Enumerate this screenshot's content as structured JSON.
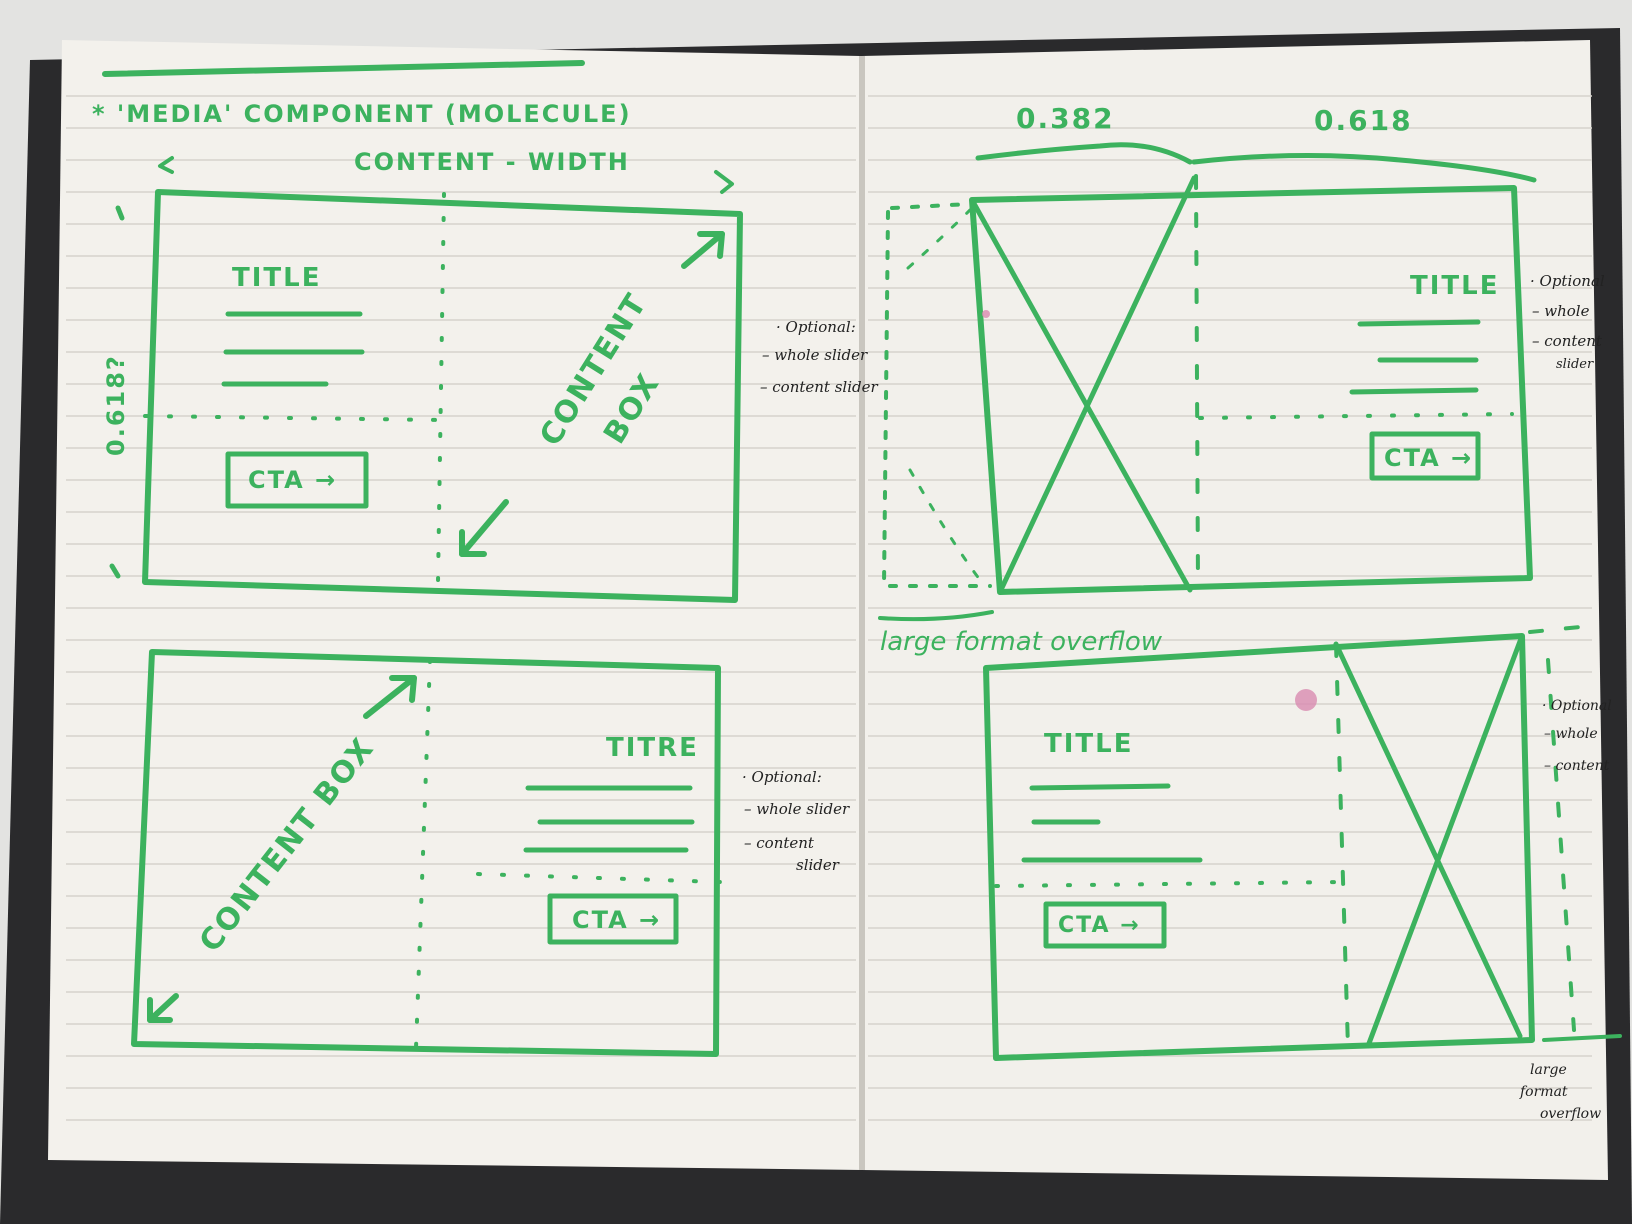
{
  "colors": {
    "marker_green": "#3cb25e",
    "paper": "#f3f1ec",
    "cover": "#2a2a2c",
    "ink": "#222222",
    "pink_blot": "#d88bb0"
  },
  "header": {
    "title": "* 'MEDIA' COMPONENT (MOLECULE)",
    "content_width": "CONTENT - WIDTH",
    "ratio_left": "0.382",
    "ratio_right": "0.618",
    "vertical_ratio": "0.618?"
  },
  "sketches": {
    "title_label": "TITLE",
    "title_label_alt": "TITRE",
    "cta_label": "CTA →",
    "content_box_label": "CONTENT BOX",
    "content_box_split": [
      "CONTENT",
      "BOX"
    ],
    "large_format_overflow": "large format overflow",
    "large_format_lines": [
      "large",
      "format",
      "overflow"
    ]
  },
  "notes": {
    "optional": "· Optional:",
    "whole_slider": "– whole slider",
    "content_slider": "– content slider",
    "content_slider_split": [
      "– content",
      "slider"
    ],
    "short_optional": "· Optional",
    "short_whole": "– whole",
    "short_content": "– content",
    "short_slider": "slider"
  }
}
